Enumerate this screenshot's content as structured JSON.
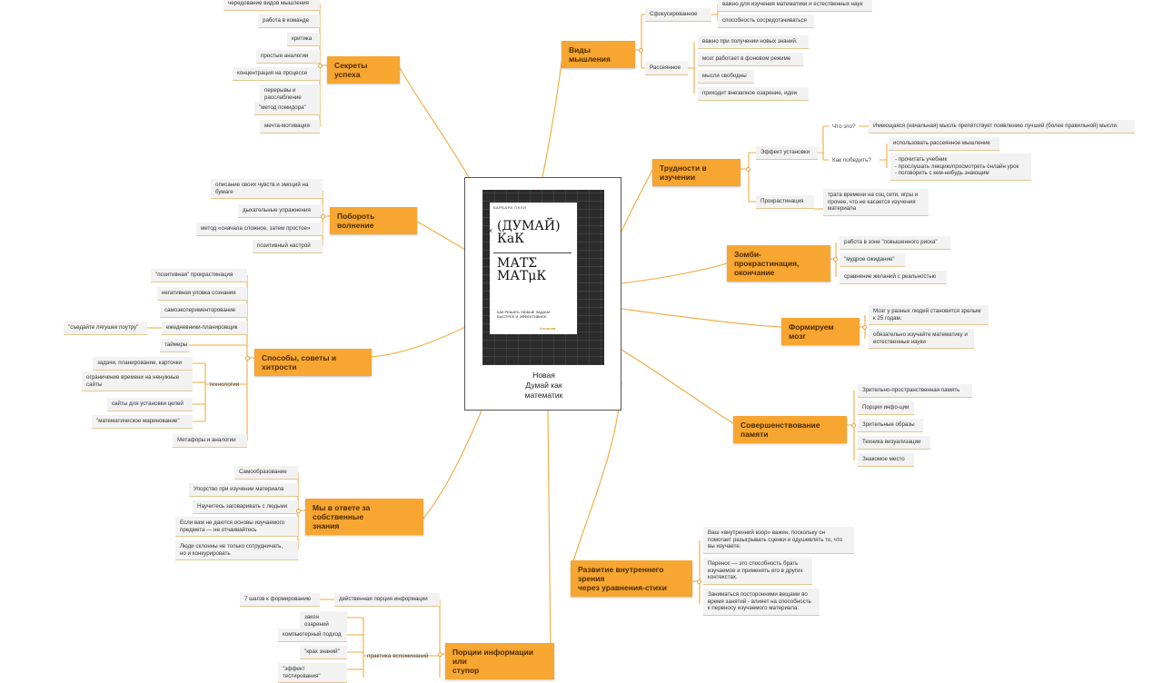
{
  "center": {
    "cover_author": "БАРБАРА ОКЛИ",
    "cover_title_1": "(ДУМАЙ)\nКаК",
    "cover_title_2": "МАТΣ\nМАТμК",
    "cover_subtitle": "КАК РЕШАТЬ ЛЮБЫЕ ЗАДАЧИ\nБЫСТРЕЕ И ЭФФЕКТИВНЕЕ",
    "cover_publisher": "Альпина",
    "caption": "Новая\nДумай как\nматематик"
  },
  "branches": {
    "success": "Секреты успеха",
    "worry": "Побороть волнение",
    "tricks": "Способы, советы и хитрости",
    "responsible": "Мы в ответе за собственные\nзнания",
    "portions": "Порции информации или\nступор",
    "thinking": "Виды мышления",
    "difficulties": "Трудности в изучении",
    "zombie": "Зомби-прокрастинация,\nокончание",
    "brain": "Формируем мозг",
    "memory": "Совершенствование памяти",
    "inner": "Развитие внутреннего зрения\nчерез уравнения-стихи"
  },
  "success_items": [
    "чередование видов мышления",
    "работа в команде",
    "критика",
    "простые аналогии",
    "концентрация на процессе",
    "перерывы и расслабление",
    "\"метод помидора\"",
    "мечта-мотивация"
  ],
  "worry_items": [
    "описание своих чувств и эмоций на\nбумаге",
    "дыхательные упражнения",
    "метод «сначала сложное, затем простое»",
    "позитивный настрой"
  ],
  "tricks_items": {
    "positive": "\"позитивная\" прокрастинация",
    "negative": "негативная уловка сознания",
    "selfexp": "самоэксперименторование",
    "daily": "ежедневники-планировщик",
    "frog": "\"съедайте лягушек поутру\"",
    "timers": "таймеры",
    "tech": "технологии",
    "tasks": "задачи, планирование, карточки",
    "limit": "ограничение времени на ненужные\nсайты",
    "goals": "сайты для установки целей",
    "marin": "\"математическое маринование\"",
    "metaphors": "Метафоры и аналогии"
  },
  "responsible_items": [
    "Самообразование",
    "Упорство при изучении материала",
    "Научитесь заговаривать с людьми",
    "Если вам не даются основы изучаемого\nпредмета — не отчаивайтесь",
    "Люди склонны не только сотрудничать,\nно и конкурировать"
  ],
  "portions_items": {
    "action": "действенная порция информации",
    "steps": "7 шагов к формированию",
    "practice": "практика вспоминаний",
    "law": "закон озарений",
    "computer": "компьютерный подход",
    "crash": "\"крах знаний\"",
    "testing": "\"эффект тестирования\""
  },
  "thinking_items": {
    "focused": "Сфокусированное",
    "f1": "важно для изучения математики и естественных наук",
    "f2": "способность сосредотачиваться",
    "diffuse": "Рассеянное",
    "d1": "важно при получении новых знаний.",
    "d2": "мозг работает в фоновом режиме",
    "d3": "мысли свободны",
    "d4": "приходит внезапное озарение, идеи"
  },
  "difficulties_items": {
    "einst": "Эффект установки",
    "what": "Что это?",
    "what_ans": "Имеющаяся (начальная) мысль препятствует появлению лучшей (более правильной) мысли.",
    "how": "Как победить?",
    "how1": "использовать рассеянное мышление",
    "how2": "- прочитать учебник\n- прослушать лекцию/просмотреть онлайн урок\n- поговорить с кем-нибудь знающим",
    "procr": "Прокрастинация",
    "procr_ans": "трата времени на соц сети, игры и\nпрочее, что не касается изучения\nматериала"
  },
  "zombie_items": [
    "работа в зоне \"повышенного риска\"",
    "\"мудрое ожидание\"",
    "сравнение желаний с реальностью"
  ],
  "brain_items": [
    "Мозг у разных людей становится зрелым\nк 25 годам.",
    "обязательно изучайте математику и\nестественные науки"
  ],
  "memory_items": [
    "Зрительно-пространственная память",
    "Порции инфо-ции",
    "Зрительные образы",
    "Техника визуализации",
    "Знакомое место"
  ],
  "inner_items": [
    "Ваш «внутренний взор» важен, поскольку он\nпомогает разыгрывать сценки и одушевлять то, что\nвы изучаете.",
    "Перенос — это способность брать\nизучаемое и применять его в других\nконтекстах.",
    "Заниматься посторонними вещами во\nвремя занятий - влияет на способность\nк переносу изучаемого материала."
  ]
}
